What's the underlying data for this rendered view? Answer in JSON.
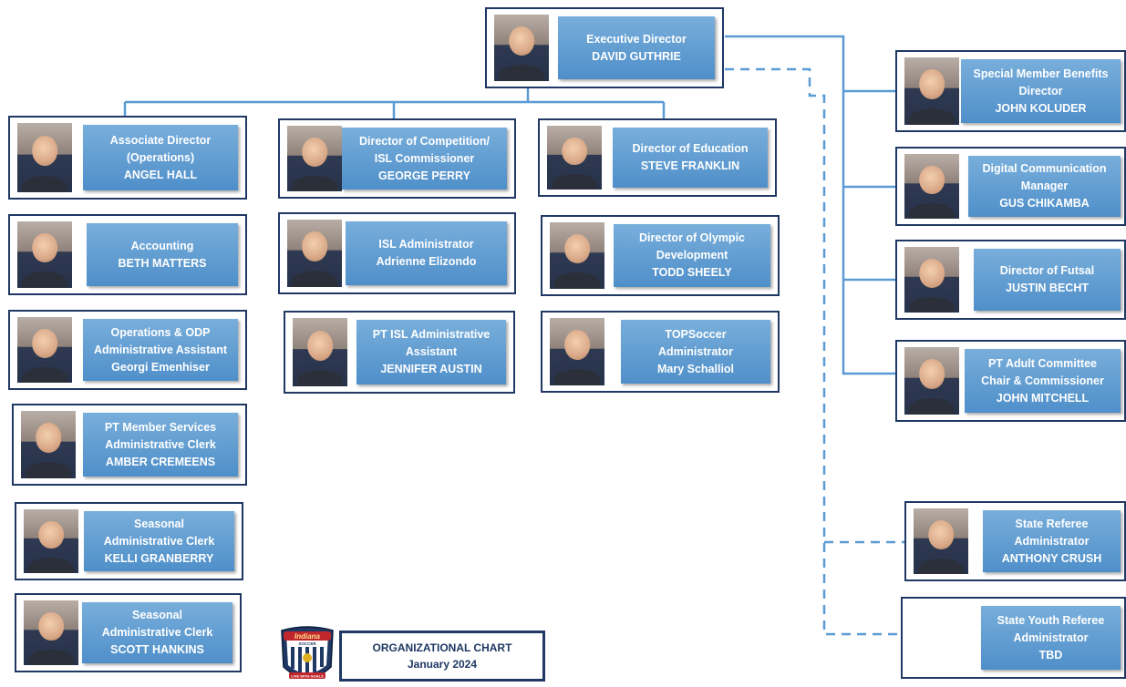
{
  "chart_title": {
    "line1": "ORGANIZATIONAL CHART",
    "line2": "January 2024"
  },
  "logo": {
    "brand": "Indiana",
    "sub": "SOCCER",
    "motto": "LIVE WITH GOALS"
  },
  "nodes": {
    "executive": [
      "Executive Director",
      "DAVID GUTHRIE"
    ],
    "associate": [
      "Associate Director",
      "(Operations)",
      "ANGEL HALL"
    ],
    "accounting": [
      "Accounting",
      "BETH MATTERS"
    ],
    "ops_odp": [
      "Operations  & ODP",
      "Administrative Assistant",
      "Georgi Emenhiser"
    ],
    "member_services": [
      "PT Member Services",
      "Administrative Clerk",
      "AMBER CREMEENS"
    ],
    "seasonal1": [
      "Seasonal",
      "Administrative Clerk",
      "KELLI GRANBERRY"
    ],
    "seasonal2": [
      "Seasonal",
      "Administrative Clerk",
      "SCOTT HANKINS"
    ],
    "competition": [
      "Director of Competition/",
      "ISL Commissioner",
      "GEORGE PERRY"
    ],
    "isl_admin": [
      "ISL Administrator",
      "Adrienne Elizondo"
    ],
    "pt_isl": [
      "PT ISL Administrative",
      "Assistant",
      "JENNIFER AUSTIN"
    ],
    "education": [
      "Director of Education",
      "STEVE FRANKLIN"
    ],
    "olympic": [
      "Director of Olympic",
      "Development",
      "TODD SHEELY"
    ],
    "topsoccer": [
      "TOPSoccer",
      "Administrator",
      "Mary Schalliol"
    ],
    "benefits": [
      "Special Member Benefits",
      "Director",
      "JOHN KOLUDER"
    ],
    "digital": [
      "Digital Communication",
      "Manager",
      "GUS CHIKAMBA"
    ],
    "futsal": [
      "Director of Futsal",
      "JUSTIN BECHT"
    ],
    "adult": [
      "PT Adult Committee",
      "Chair & Commissioner",
      "JOHN MITCHELL"
    ],
    "referee": [
      "State Referee",
      "Administrator",
      "ANTHONY CRUSH"
    ],
    "youth_referee": [
      "State Youth Referee",
      "Administrator",
      "TBD"
    ]
  },
  "colors": {
    "box_border": "#1f3864",
    "label_fill": "#5b9bd5",
    "connector": "#5b9bd5"
  }
}
